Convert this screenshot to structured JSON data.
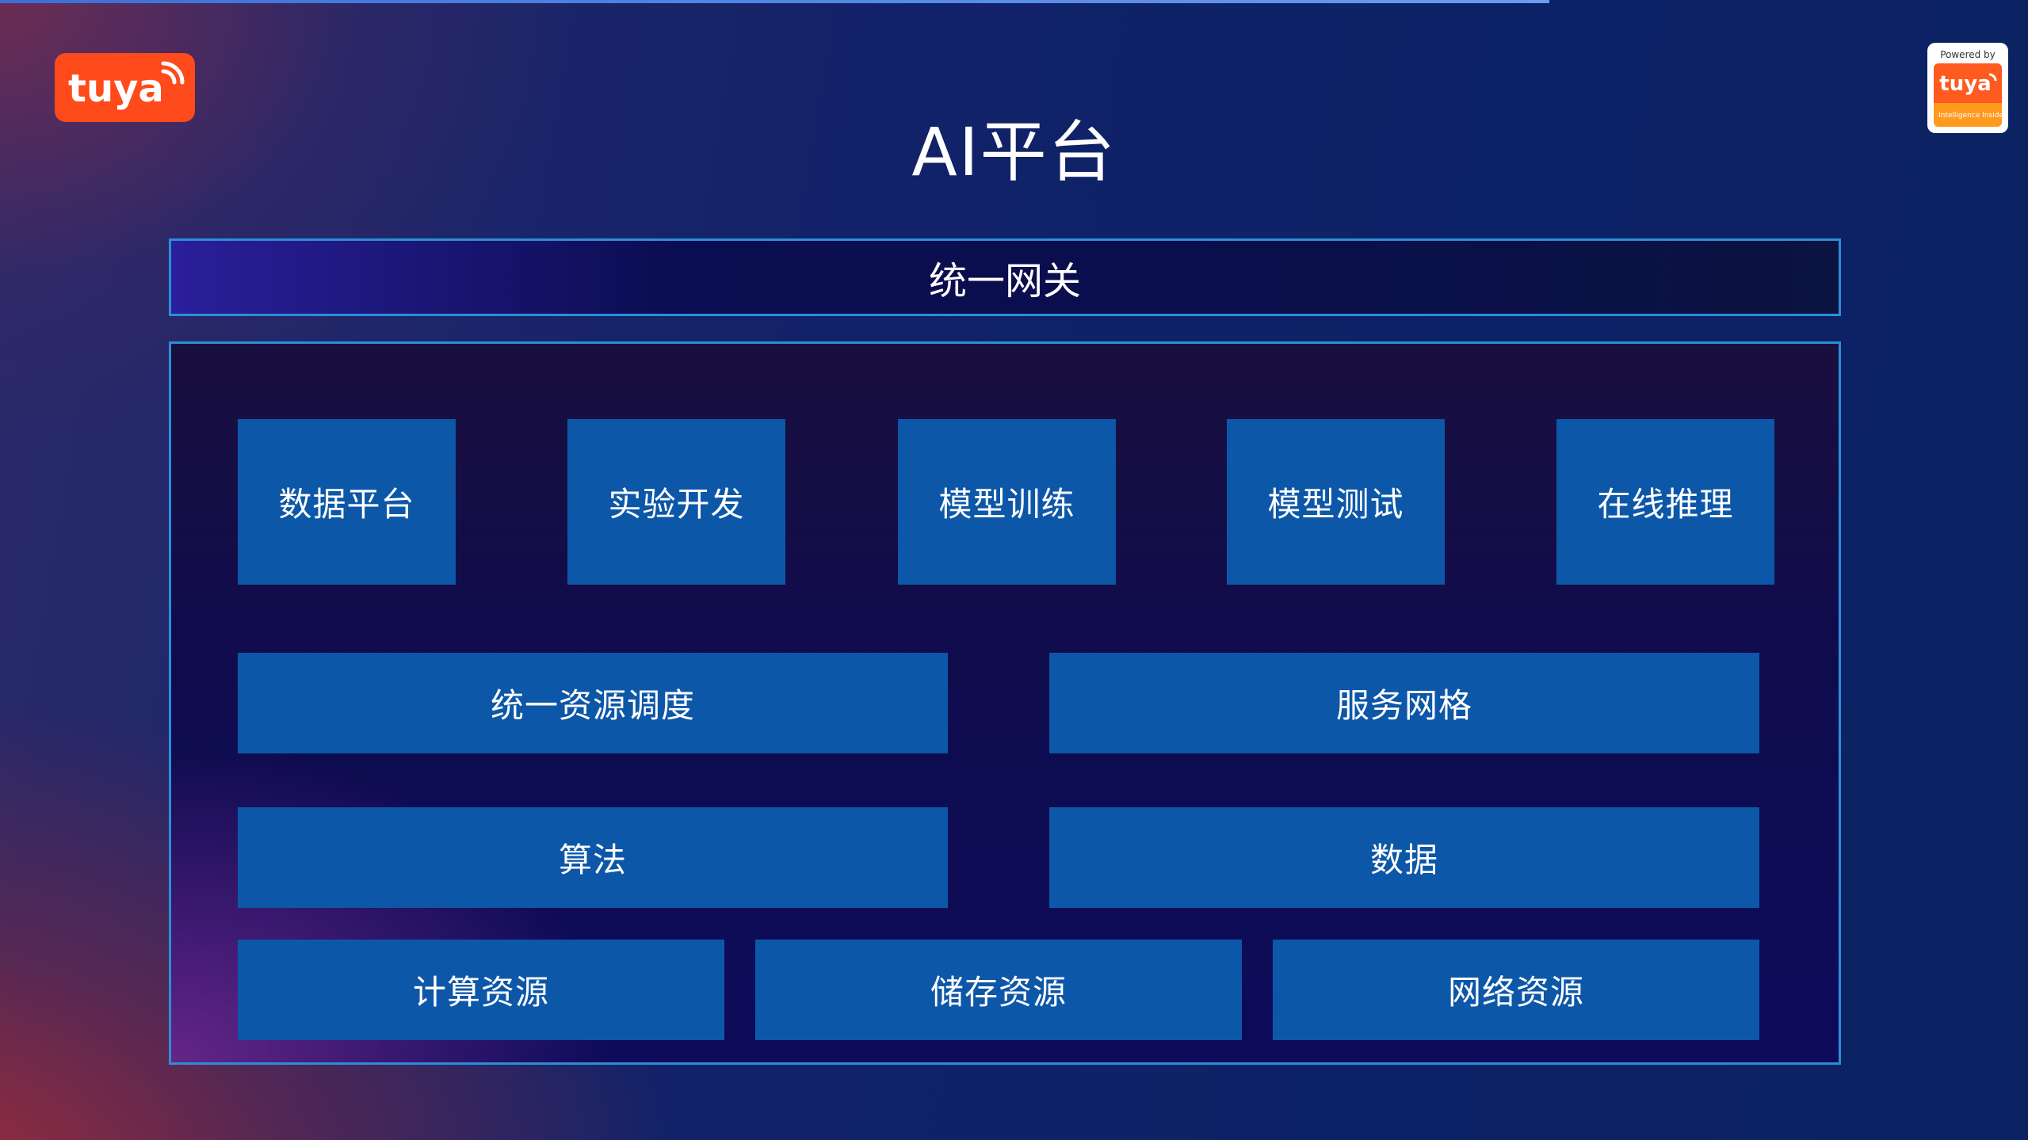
{
  "header": {
    "title": "AI平台",
    "logo_text": "tuya",
    "badge": {
      "powered_by": "Powered by",
      "brand": "tuya",
      "tagline": "Intelligence Inside"
    }
  },
  "gateway": {
    "label": "统一网关"
  },
  "platform": {
    "modules": [
      "数据平台",
      "实验开发",
      "模型训练",
      "模型测试",
      "在线推理"
    ],
    "middle": {
      "scheduling": "统一资源调度",
      "service_mesh": "服务网格",
      "algorithm": "算法",
      "data": "数据"
    },
    "resources": [
      "计算资源",
      "储存资源",
      "网络资源"
    ]
  },
  "colors": {
    "block": "#0d57a8",
    "border": "#2a8fd8",
    "logo": "#ff4a1c"
  }
}
